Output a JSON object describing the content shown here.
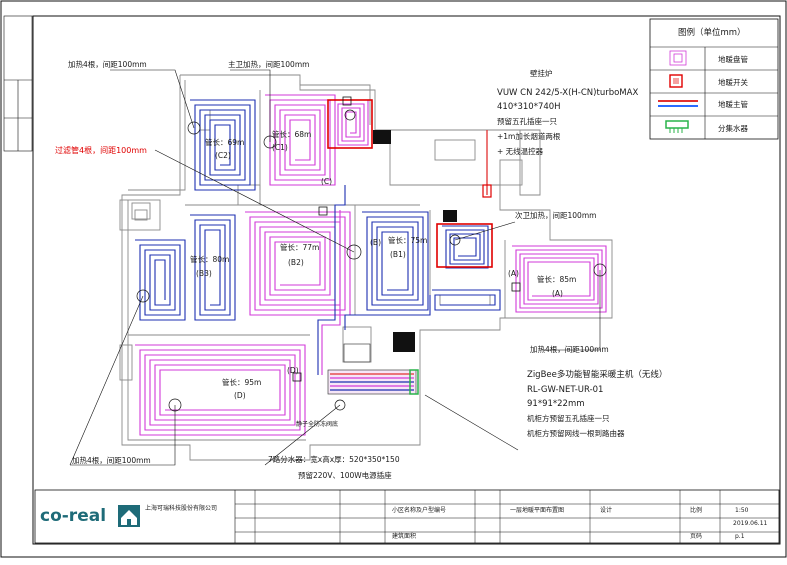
{
  "legend": {
    "title": "图例（单位mm）",
    "items": [
      {
        "label": "地暖盘管"
      },
      {
        "label": "地暖开关"
      },
      {
        "label": "地暖主管"
      },
      {
        "label": "分集水器"
      }
    ]
  },
  "colors": {
    "loop_magenta": "#d23ad8",
    "loop_blue": "#1c2fb0",
    "annotation_red": "#e00000",
    "wall_gray": "#8a8a8a",
    "main_pipe_red": "#e23030",
    "main_pipe_blue": "#2b6bff",
    "manifold_green": "#29b34a"
  },
  "annotations": {
    "top_left": "加热4根，间距100mm",
    "top_center": "主卫加热，间距100mm",
    "red_note": "过滤管4根，间距100mm",
    "boiler_title": "壁挂炉",
    "boiler_model": "VUW CN 242/5-X(H-CN)turboMAX",
    "boiler_size": "410*310*740H",
    "boiler_note1": "预留五孔插座一只",
    "boiler_note2": "+1m加长烟道两根",
    "boiler_note3": "+ 无线温控器",
    "right_mid": "次卫加热，间距100mm",
    "right_lower": "加热4根，间距100mm",
    "zigbee_1": "ZigBee多功能智能采暖主机（无线）",
    "zigbee_2": "RL-GW-NET-UR-01",
    "zigbee_3": "91*91*22mm",
    "zigbee_4": "机柜方预留五孔插座一只",
    "zigbee_5": "机柜方预留网线一根到路由器",
    "bottom_left": "加热4根，间距100mm",
    "manifold_spec": "7路分水器：宽x高x厚：520*350*150",
    "manifold_power": "预留220V、100W电源插座",
    "pump_note": "静子全防冻阀底"
  },
  "loops": {
    "c1": {
      "len": "管长：68m",
      "id": "(C1)"
    },
    "c2": {
      "len": "管长：69m",
      "id": "(C2)"
    },
    "b1": {
      "len": "管长：75m",
      "id": "(B1)"
    },
    "b2": {
      "len": "管长：77m",
      "id": "(B2)"
    },
    "b3": {
      "len": "管长：80m",
      "id": "(B3)"
    },
    "a": {
      "len": "管长：85m",
      "id": "(A)"
    },
    "d": {
      "len": "管长：95m",
      "id": "(D)"
    }
  },
  "tags": {
    "c": "(C)",
    "b": "(B)",
    "a": "(A)",
    "d": "(D)"
  },
  "title_block": {
    "company_brand": "co-real",
    "company_name": "上海可瑞科技股份有限公司",
    "project_hint": "小区名称及户型编号",
    "project_hint2": "建筑面积",
    "drawing_name": "一层地暖平面布置图",
    "designer_label": "设计",
    "scale_label": "比例",
    "scale_value": "1:50",
    "date_value": "2019.06.11",
    "page_label": "页码",
    "page_value": "p.1"
  }
}
